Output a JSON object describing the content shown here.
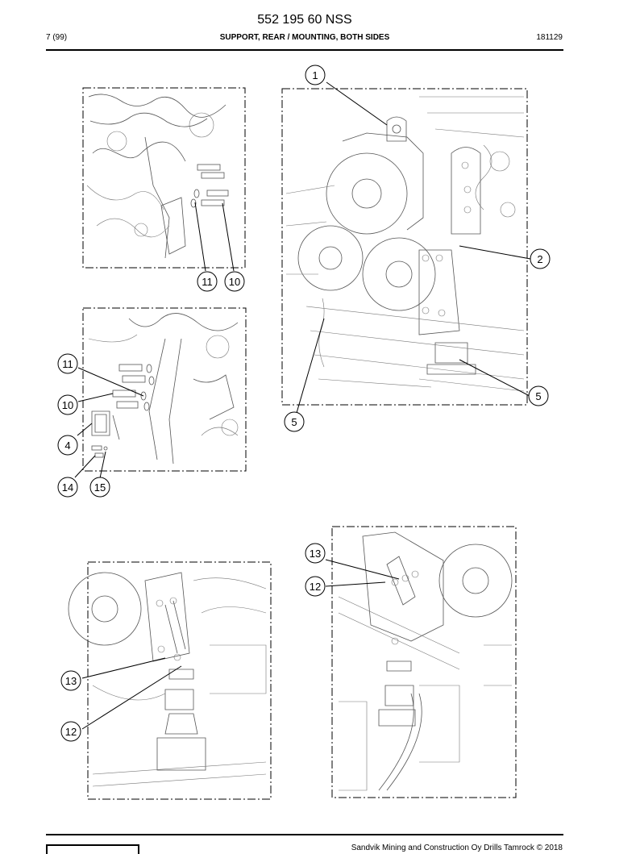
{
  "header": {
    "document_number": "552 195 60 NSS",
    "page": "7 (99)",
    "title": "SUPPORT, REAR / MOUNTING, BOTH SIDES",
    "code": "181129"
  },
  "footer": {
    "copyright": "Sandvik Mining and Construction Oy Drills Tamrock © 2018"
  },
  "callouts": {
    "c1": "1",
    "c2": "2",
    "c5a": "5",
    "c5b": "5",
    "c11a": "11",
    "c10a": "10",
    "c11b": "11",
    "c10b": "10",
    "c4": "4",
    "c14": "14",
    "c15": "15",
    "c13a": "13",
    "c12a": "12",
    "c13b": "13",
    "c12b": "12"
  }
}
